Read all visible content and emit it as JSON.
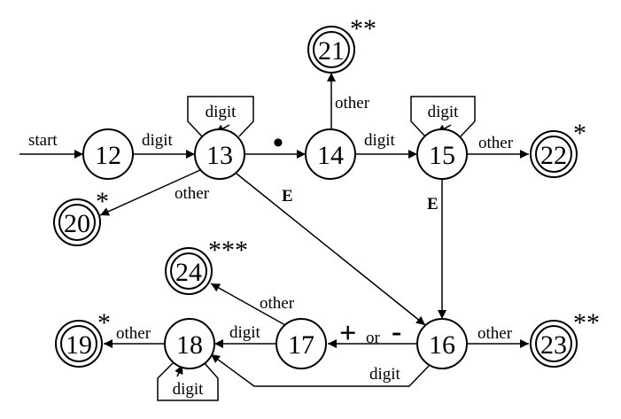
{
  "start_label": "start",
  "states": [
    {
      "id": "12",
      "label": "12",
      "accepting": false
    },
    {
      "id": "13",
      "label": "13",
      "accepting": false
    },
    {
      "id": "14",
      "label": "14",
      "accepting": false
    },
    {
      "id": "15",
      "label": "15",
      "accepting": false
    },
    {
      "id": "16",
      "label": "16",
      "accepting": false
    },
    {
      "id": "17",
      "label": "17",
      "accepting": false
    },
    {
      "id": "18",
      "label": "18",
      "accepting": false
    },
    {
      "id": "19",
      "label": "19",
      "accepting": true,
      "retract": "*"
    },
    {
      "id": "20",
      "label": "20",
      "accepting": true,
      "retract": "*"
    },
    {
      "id": "21",
      "label": "21",
      "accepting": true,
      "retract": "**"
    },
    {
      "id": "22",
      "label": "22",
      "accepting": true,
      "retract": "*"
    },
    {
      "id": "23",
      "label": "23",
      "accepting": true,
      "retract": "**"
    },
    {
      "id": "24",
      "label": "24",
      "accepting": true,
      "retract": "***"
    }
  ],
  "transitions": [
    {
      "from": "12",
      "to": "13",
      "label": "digit"
    },
    {
      "from": "13",
      "to": "13",
      "label": "digit"
    },
    {
      "from": "13",
      "to": "14",
      "label": "•"
    },
    {
      "from": "13",
      "to": "20",
      "label": "other"
    },
    {
      "from": "13",
      "to": "16",
      "label": "E"
    },
    {
      "from": "14",
      "to": "21",
      "label": "other"
    },
    {
      "from": "14",
      "to": "15",
      "label": "digit"
    },
    {
      "from": "15",
      "to": "15",
      "label": "digit"
    },
    {
      "from": "15",
      "to": "22",
      "label": "other"
    },
    {
      "from": "15",
      "to": "16",
      "label": "E"
    },
    {
      "from": "16",
      "to": "17",
      "label_sym1": "+",
      "label_or": "or",
      "label_sym2": "-"
    },
    {
      "from": "16",
      "to": "23",
      "label": "other"
    },
    {
      "from": "16",
      "to": "18",
      "label": "digit"
    },
    {
      "from": "17",
      "to": "18",
      "label": "digit"
    },
    {
      "from": "17",
      "to": "24",
      "label": "other"
    },
    {
      "from": "18",
      "to": "18",
      "label": "digit"
    },
    {
      "from": "18",
      "to": "19",
      "label": "other"
    }
  ]
}
